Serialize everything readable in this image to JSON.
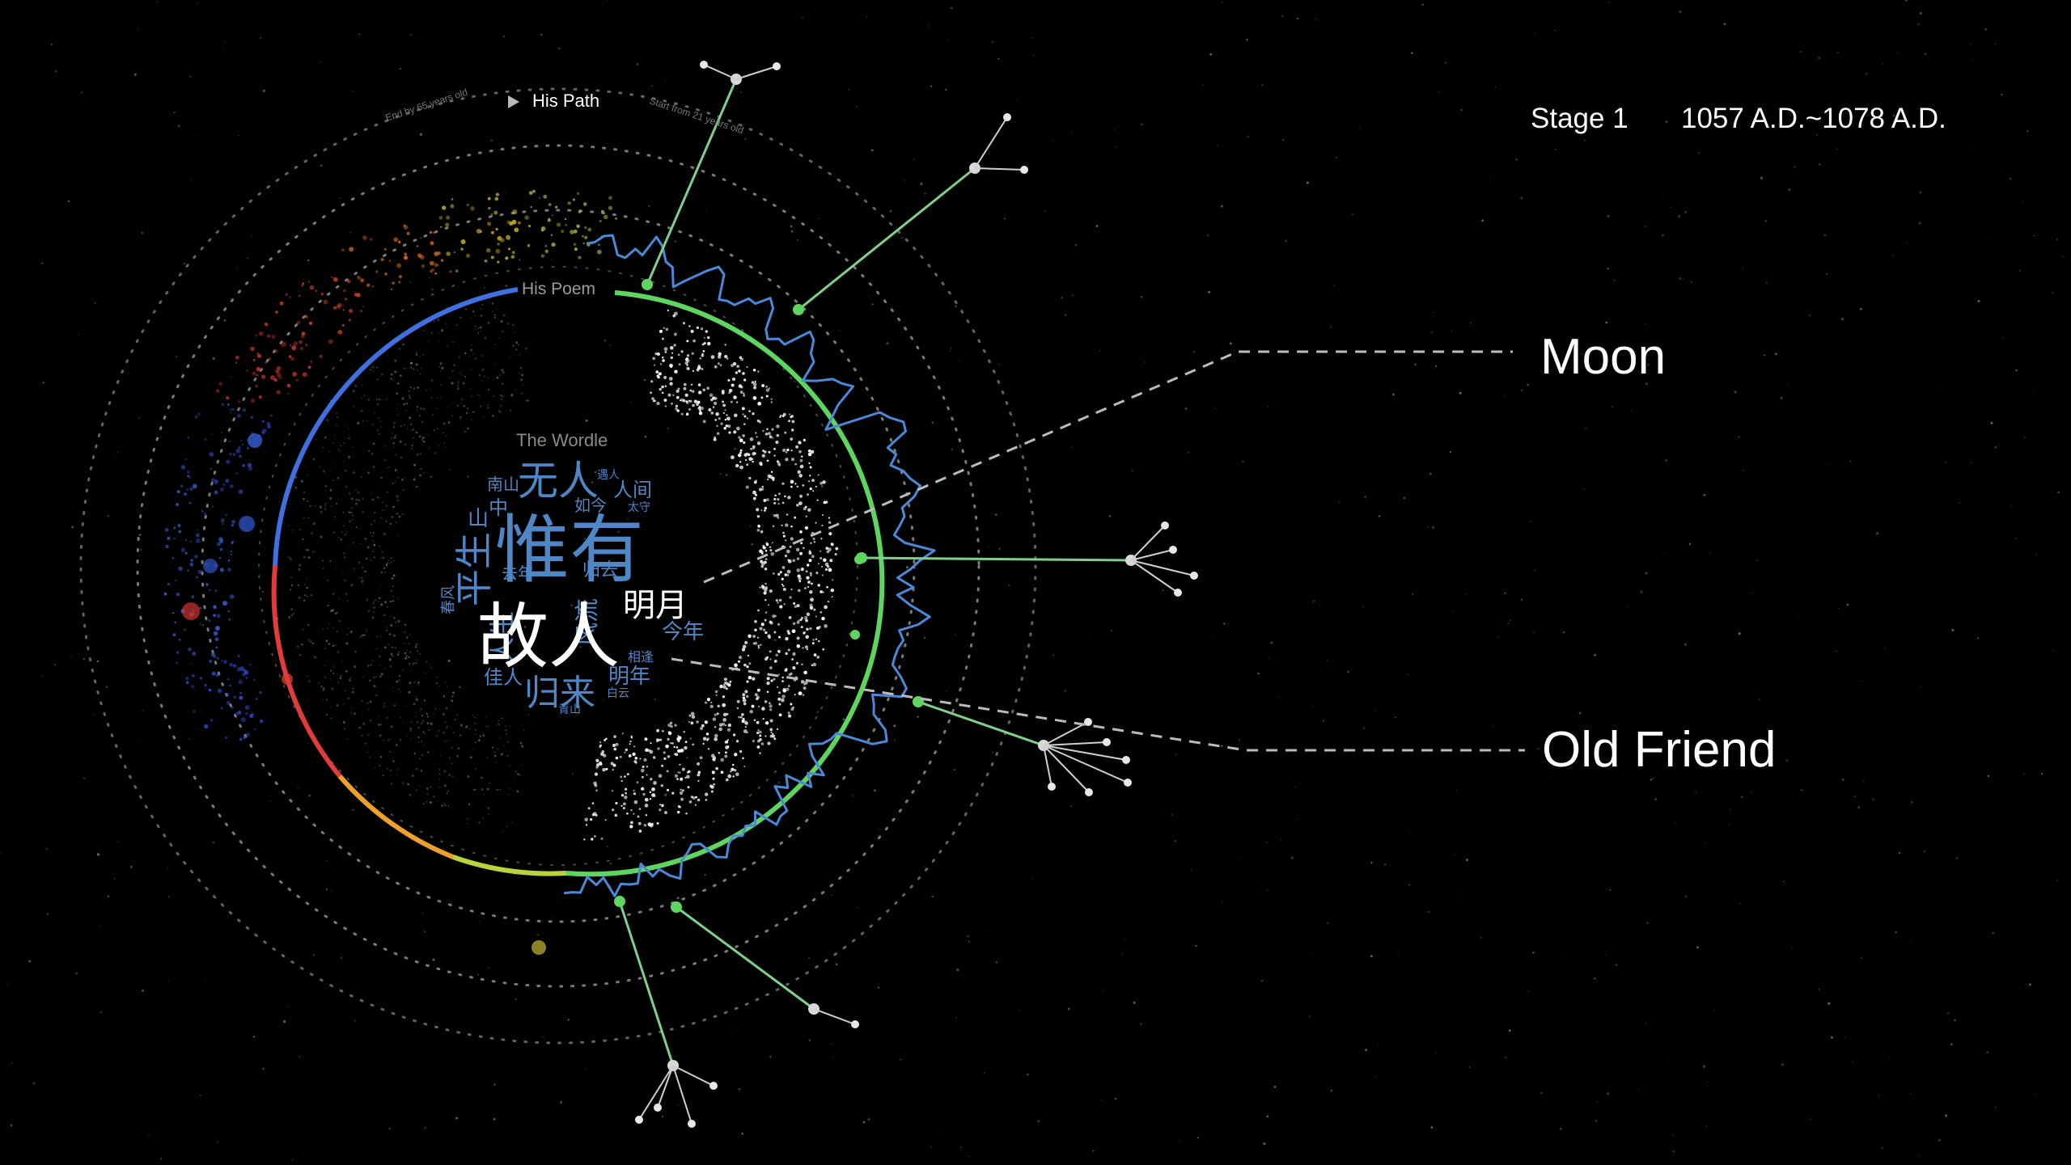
{
  "header": {
    "stage_label": "Stage 1",
    "period": "1057 A.D.~1078 A.D."
  },
  "rings": {
    "path_title": "His Path",
    "path_end": "End by 65 years old",
    "path_start": "Start from 21 years old",
    "poem_title": "His Poem",
    "wordle_title": "The Wordle"
  },
  "callouts": [
    {
      "label": "Moon"
    },
    {
      "label": "Old Friend"
    }
  ],
  "wordle": {
    "highlight_words": [
      {
        "text": "故人",
        "color": "#ffffff"
      },
      {
        "text": "明月",
        "color": "#ffffff"
      }
    ],
    "main_words": [
      {
        "text": "惟有",
        "color": "#4f86c6"
      },
      {
        "text": "无人",
        "color": "#4f86c6"
      },
      {
        "text": "平生",
        "color": "#4f86c6"
      },
      {
        "text": "归来",
        "color": "#4f86c6"
      },
      {
        "text": "人生",
        "color": "#4f86c6"
      },
      {
        "text": "风流",
        "color": "#4f86c6"
      },
      {
        "text": "今年",
        "color": "#4f86c6"
      },
      {
        "text": "明年",
        "color": "#4f86c6"
      },
      {
        "text": "佳人",
        "color": "#4f86c6"
      },
      {
        "text": "南山",
        "color": "#4f86c6"
      },
      {
        "text": "人间",
        "color": "#4f86c6"
      },
      {
        "text": "如今",
        "color": "#4f86c6"
      },
      {
        "text": "中",
        "color": "#4f86c6"
      },
      {
        "text": "山",
        "color": "#4f86c6"
      },
      {
        "text": "去年",
        "color": "#4f86c6"
      },
      {
        "text": "春风",
        "color": "#4f86c6"
      },
      {
        "text": "相逢",
        "color": "#4f86c6"
      },
      {
        "text": "白云",
        "color": "#4f86c6"
      },
      {
        "text": "青山",
        "color": "#4f86c6"
      },
      {
        "text": "太守",
        "color": "#4f86c6"
      },
      {
        "text": "遇人",
        "color": "#4f86c6"
      },
      {
        "text": "归去",
        "color": "#4f86c6"
      }
    ]
  },
  "colors": {
    "background": "#000000",
    "poem_ring_green": "#5dd55f",
    "poem_ring_blue": "#3f6fe0",
    "path_line_blue": "#4a88d8",
    "path_line_green": "#6fd27a",
    "guide_dots": "#8a8a8a",
    "callout_dash": "#bbbbbb"
  }
}
